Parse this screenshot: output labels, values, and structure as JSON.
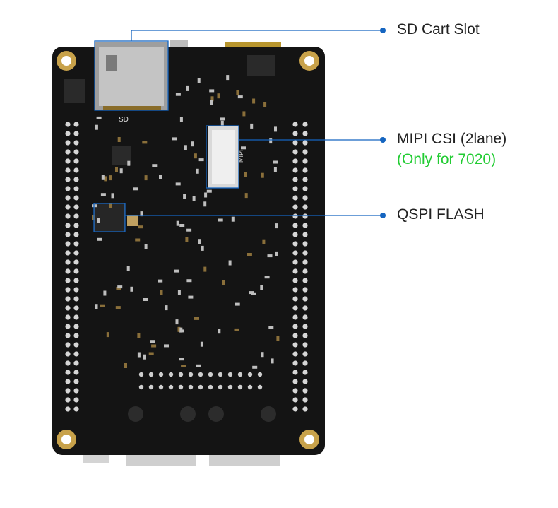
{
  "callouts": {
    "sd": {
      "title": "SD Cart Slot"
    },
    "mipi": {
      "title": "MIPI CSI (2lane)",
      "note": "(Only for 7020)"
    },
    "qspi": {
      "title": "QSPI FLASH"
    }
  },
  "board_print": {
    "sd_mark": "SD",
    "mipi_mark": "MIPI"
  },
  "colors": {
    "callout_line": "#1565c0",
    "note_text": "#22cc33",
    "pcb": "#141414",
    "mounting_hole": "#c8a24a"
  }
}
